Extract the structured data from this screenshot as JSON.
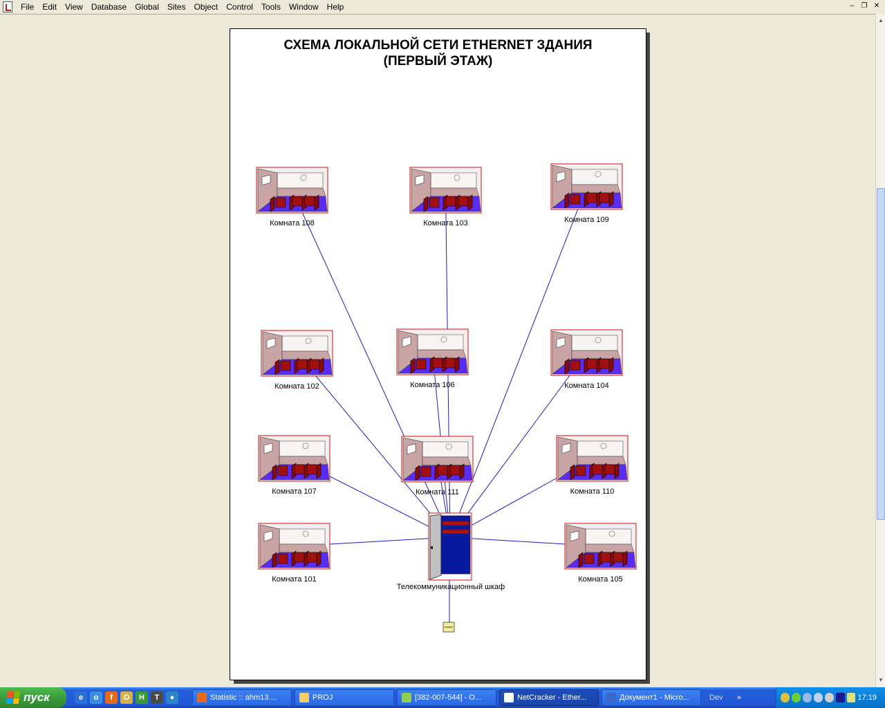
{
  "menubar": {
    "items": [
      "File",
      "Edit",
      "View",
      "Database",
      "Global",
      "Sites",
      "Object",
      "Control",
      "Tools",
      "Window",
      "Help"
    ]
  },
  "diagram": {
    "title_line1": "СХЕМА ЛОКАЛЬНОЙ СЕТИ ETHERNET ЗДАНИЯ",
    "title_line2": "(ПЕРВЫЙ ЭТАЖ)",
    "rooms": [
      {
        "id": "108",
        "label": "Комната 108"
      },
      {
        "id": "103",
        "label": "Комната 103"
      },
      {
        "id": "109",
        "label": "Комната 109"
      },
      {
        "id": "102",
        "label": "Комната 102"
      },
      {
        "id": "106",
        "label": "Комната 106"
      },
      {
        "id": "104",
        "label": "Комната 104"
      },
      {
        "id": "107",
        "label": "Комната 107"
      },
      {
        "id": "111",
        "label": "Комната 111"
      },
      {
        "id": "110",
        "label": "Комната 110"
      },
      {
        "id": "101",
        "label": "Комната 101"
      },
      {
        "id": "105",
        "label": "Комната 105"
      }
    ],
    "cabinet_label": "Телекоммуникационный шкаф",
    "colors": {
      "link": "#1a1ad0",
      "room_border": "#d01010",
      "room_floor": "#5a2cf0",
      "room_wall": "#c8a4a4",
      "desk": "#8b0a0a",
      "cabinet_blue": "#0a1aa0"
    }
  },
  "taskbar": {
    "start_label": "пуск",
    "tasks": [
      {
        "label": "Statistic :: ahm13....",
        "icon": "firefox-icon",
        "color": "#e66a1c"
      },
      {
        "label": "PROJ",
        "icon": "folder-icon",
        "color": "#f3d06a"
      },
      {
        "label": "[382-007-544] - O...",
        "icon": "chat-icon",
        "color": "#8fd14f"
      },
      {
        "label": "NetCracker - Ether...",
        "icon": "netcracker-icon",
        "color": "#ffffff"
      },
      {
        "label": "Документ1 - Micro...",
        "icon": "word-icon",
        "color": "#3a68c9"
      }
    ],
    "dev_label": "Dev",
    "clock": "17:19"
  }
}
